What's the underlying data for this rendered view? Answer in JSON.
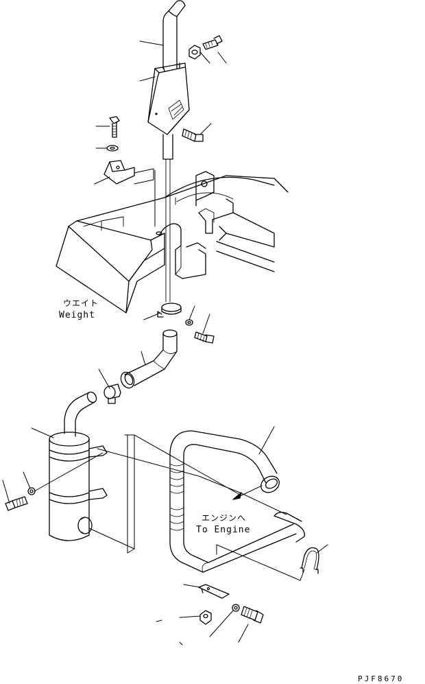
{
  "labels": {
    "weight_jp": "ウエイト",
    "weight_en": "Weight",
    "engine_jp": "エンジンへ",
    "engine_en": "To Engine"
  },
  "drawing_code": "PJF8670",
  "colors": {
    "line": "#000000",
    "background": "#ffffff"
  }
}
